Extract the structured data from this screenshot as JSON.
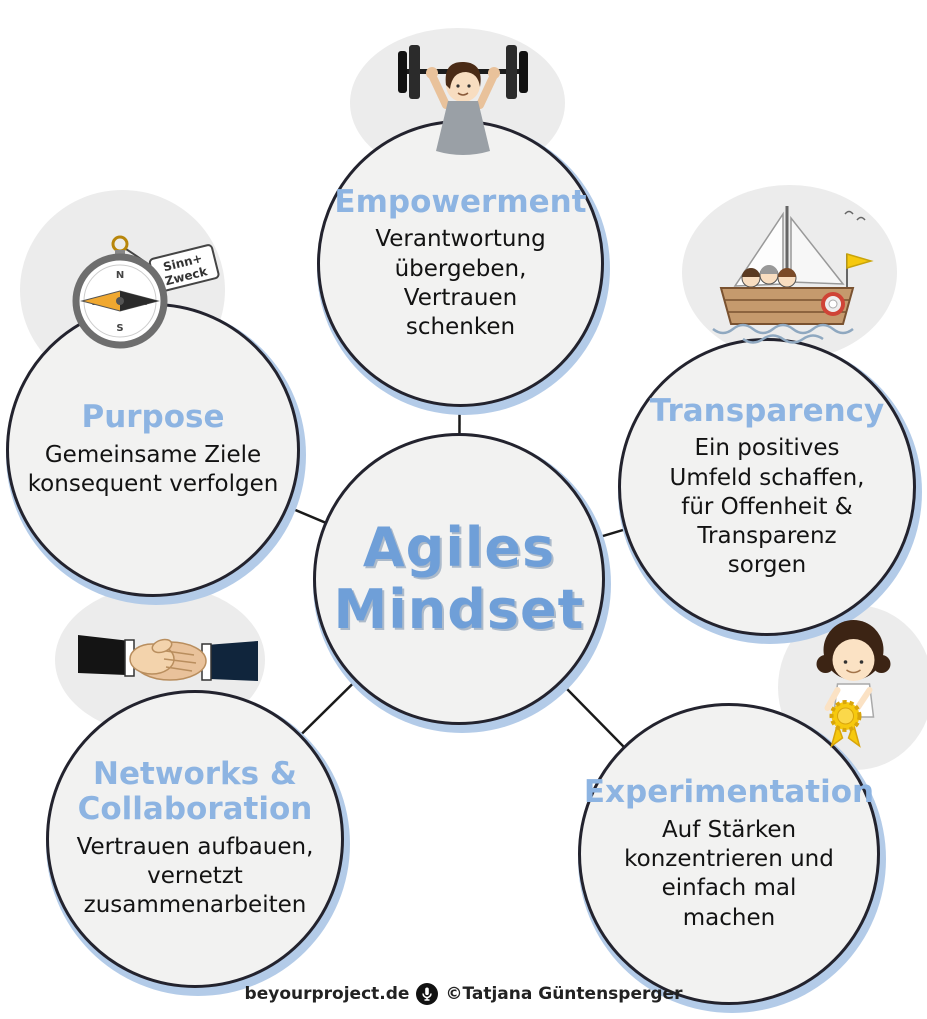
{
  "center": {
    "line1": "Agiles",
    "line2": "Mindset"
  },
  "nodes": [
    {
      "id": "empowerment",
      "title": "Empowerment",
      "text": "Verantwortung übergeben, Vertrauen schenken",
      "icon": "weightlifter-icon"
    },
    {
      "id": "purpose",
      "title": "Purpose",
      "text": "Gemeinsame Ziele konsequent verfolgen",
      "icon": "compass-icon",
      "tag_line1": "Sinn+",
      "tag_line2": "Zweck"
    },
    {
      "id": "transparency",
      "title": "Transparency",
      "text": "Ein positives Umfeld schaffen, für Offenheit & Transparenz sorgen",
      "icon": "sailboat-icon"
    },
    {
      "id": "networks",
      "title": "Networks & Collaboration",
      "text": "Vertrauen aufbauen, vernetzt zusammenarbeiten",
      "icon": "handshake-icon"
    },
    {
      "id": "experimentation",
      "title": "Experimentation",
      "text": "Auf Stärken konzentrieren und einfach mal machen",
      "icon": "award-ribbon-icon"
    }
  ],
  "footer": {
    "site": "beyourproject.de",
    "credit": "©Tatjana Güntensperger"
  },
  "colors": {
    "node_fill": "#f2f2f1",
    "node_border": "#23232e",
    "node_halo_blue": "#b3cbe8",
    "title_blue": "#8db4e2",
    "center_blue": "#6f9fd8",
    "body_text": "#131313"
  }
}
